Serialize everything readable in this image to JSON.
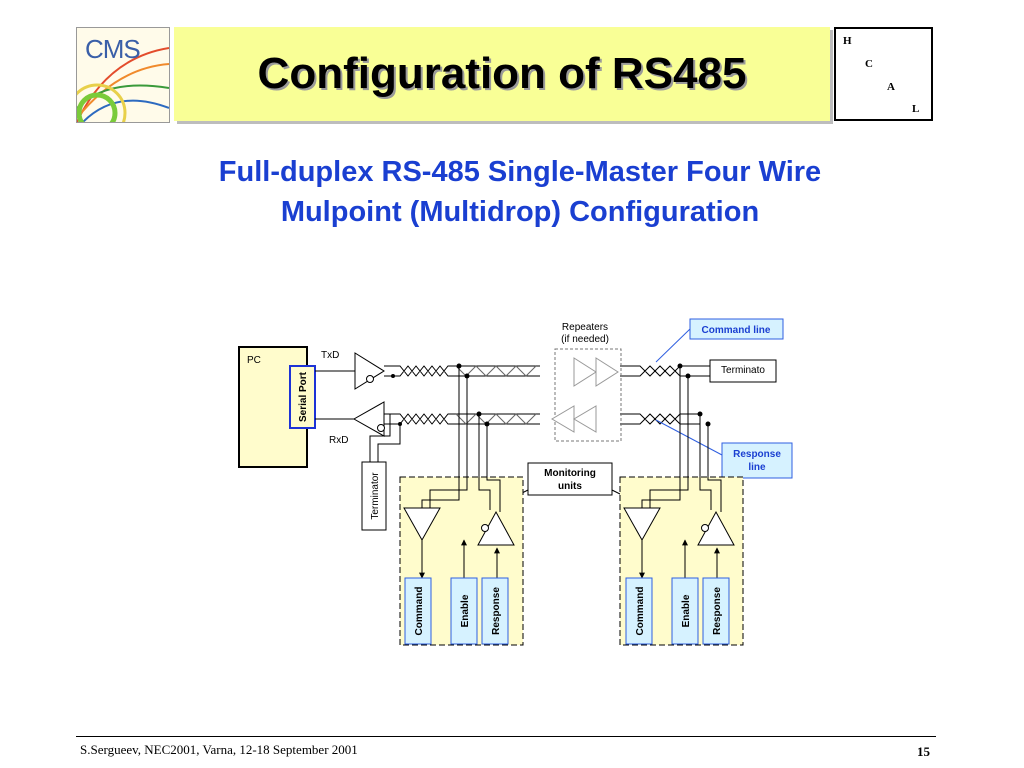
{
  "header": {
    "logo_text": "CMS",
    "title": "Configuration of RS485",
    "hcal_letters": [
      "H",
      "C",
      "A",
      "L"
    ]
  },
  "subtitle": {
    "line1": "Full-duplex RS-485 Single-Master Four Wire",
    "line2": "Mulpoint (Multidrop) Configuration"
  },
  "diagram": {
    "pc_label": "PC",
    "serial_port_label": "Serial Port",
    "txd_label": "TxD",
    "rxd_label": "RxD",
    "repeaters_line1": "Repeaters",
    "repeaters_line2": "(if needed)",
    "command_line_label": "Command line",
    "response_line_label1": "Response",
    "response_line_label2": "line",
    "terminator_right_label": "Terminato",
    "terminator_right_label2": "­",
    "terminator_left_label": "Terminator",
    "monitoring_line1": "Monitoring",
    "monitoring_line2": "units",
    "unit1": {
      "command": "Command",
      "enable": "Enable",
      "response": "Response"
    },
    "unit2": {
      "command": "Command",
      "enable": "Enable",
      "response": "Response"
    },
    "colors": {
      "pc_fill": "#fffccc",
      "unit_fill": "#fffccc",
      "label_fill": "#d6f2ff",
      "label_stroke": "#2f5fe0",
      "serial_stroke": "#1d33d6",
      "label_text": "#1a3fd1"
    }
  },
  "footer": {
    "left": "S.Sergueev, NEC2001, Varna, 12-18 September 2001",
    "page_number": "15"
  }
}
